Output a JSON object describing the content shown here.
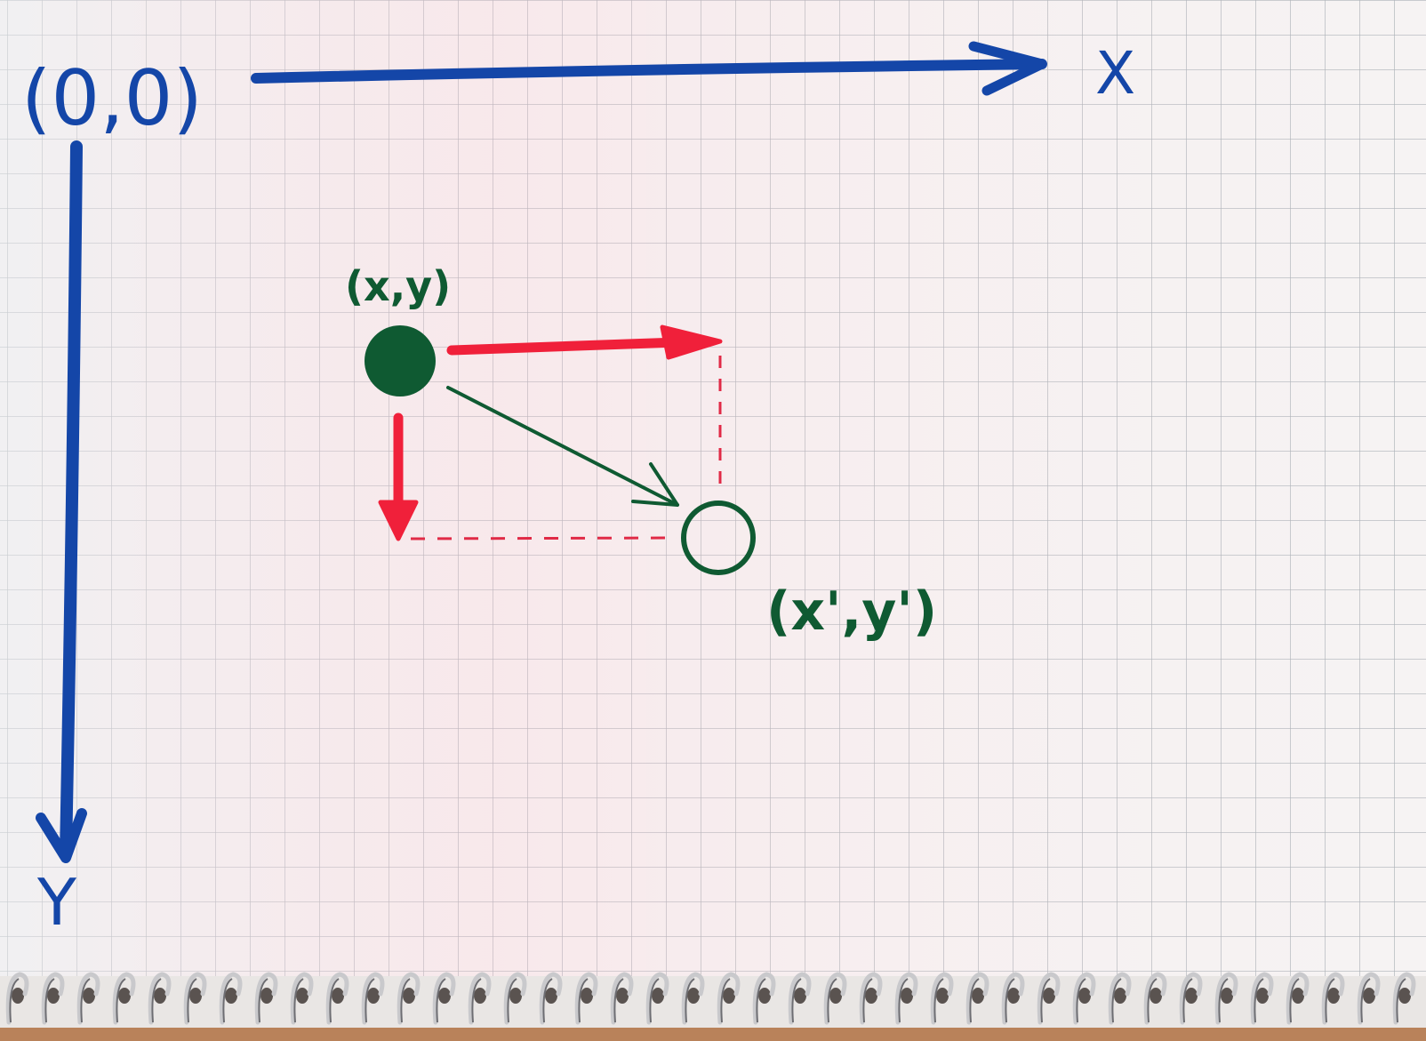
{
  "labels": {
    "origin": "(0,0)",
    "x_axis": "X",
    "y_axis": "Y",
    "start_point": "(x,y)",
    "end_point": "(x',y')"
  },
  "colors": {
    "paper": "#f4f1f1",
    "grid": "#9ea4ab",
    "axis_blue": "#1446a8",
    "arrow_red": "#f0203a",
    "point_green": "#0f5a32"
  }
}
